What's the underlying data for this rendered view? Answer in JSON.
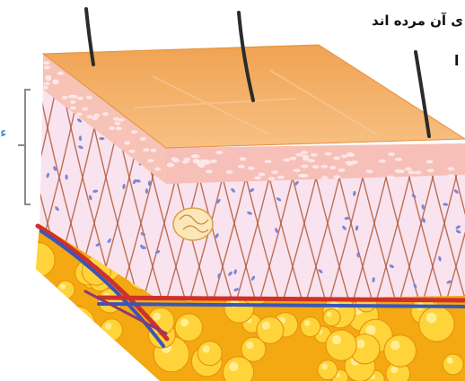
{
  "caption": {
    "text": "ی آن مرده اند",
    "stub": "ا"
  },
  "left_label_stub": "ء",
  "palette": {
    "epidermis_top": "#f2a85a",
    "epidermis_side": "#f7c3b6",
    "dermis": "#f9e3ee",
    "collagen": "#b25a3c",
    "fat": "#f5b21a",
    "hair": "#2b2b2b",
    "artery": "#d0302a",
    "vein": "#3a56b8"
  }
}
